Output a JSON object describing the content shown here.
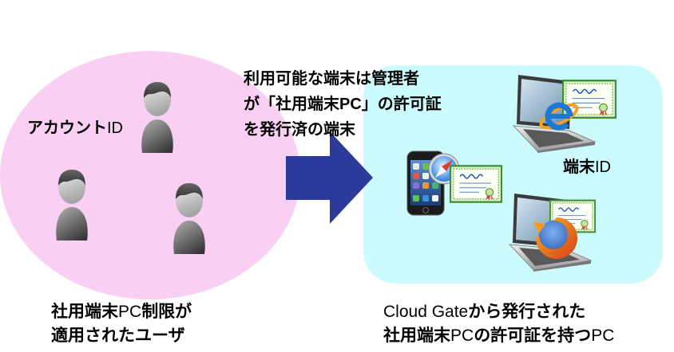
{
  "users_area": {
    "background_color": "#f9d0f4",
    "icon": "user-icon",
    "account_id_label": {
      "kana": "アカウント",
      "latin": "ID"
    },
    "caption": {
      "line1": {
        "ja_1": "社用端末",
        "latin": "PC",
        "ja_2": "制限が"
      },
      "line2": "適用されたユーザ"
    }
  },
  "arrow": {
    "color": "#2c3a9c",
    "description_lines": [
      "利用可能な端末は管理者",
      "が「社用端末PC」の許可証",
      "を発行済の端末"
    ]
  },
  "devices_area": {
    "background_color": "#ccfbfe",
    "device_id_label": {
      "kana": "端末",
      "latin": "ID"
    },
    "devices": [
      {
        "icons": [
          "laptop-icon",
          "internet-explorer-icon",
          "certificate-icon"
        ]
      },
      {
        "icons": [
          "smartphone-icon",
          "safari-icon",
          "certificate-icon"
        ]
      },
      {
        "icons": [
          "laptop-icon",
          "firefox-icon",
          "certificate-icon"
        ]
      }
    ],
    "caption": {
      "line1": {
        "latin": "Cloud Gate",
        "ja": "から発行された"
      },
      "line2": {
        "ja_1": "社用端末",
        "latin_1": "PC",
        "ja_2": "の許可証を持つ",
        "latin_2": "PC"
      }
    }
  }
}
